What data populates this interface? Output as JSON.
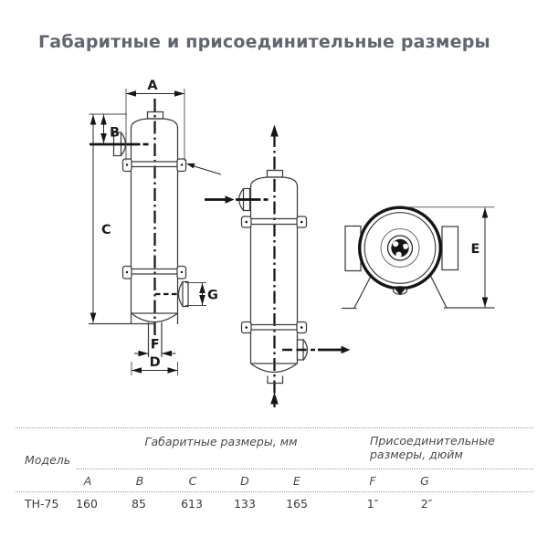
{
  "title": "Габаритные и присоединительные размеры",
  "diagram": {
    "labels": {
      "A": "A",
      "B": "B",
      "C": "C",
      "D": "D",
      "E": "E",
      "F": "F",
      "G": "G"
    }
  },
  "table": {
    "model_header": "Модель",
    "dimensions_group_header": "Габаритные размеры, мм",
    "connections_group_header": "Присоединительные размеры, дюйм",
    "columns": [
      "A",
      "B",
      "C",
      "D",
      "E",
      "F",
      "G"
    ],
    "rows": [
      {
        "model": "ТН-75",
        "A": "160",
        "B": "85",
        "C": "613",
        "D": "133",
        "E": "165",
        "F": "1″",
        "G": "2″"
      }
    ]
  }
}
